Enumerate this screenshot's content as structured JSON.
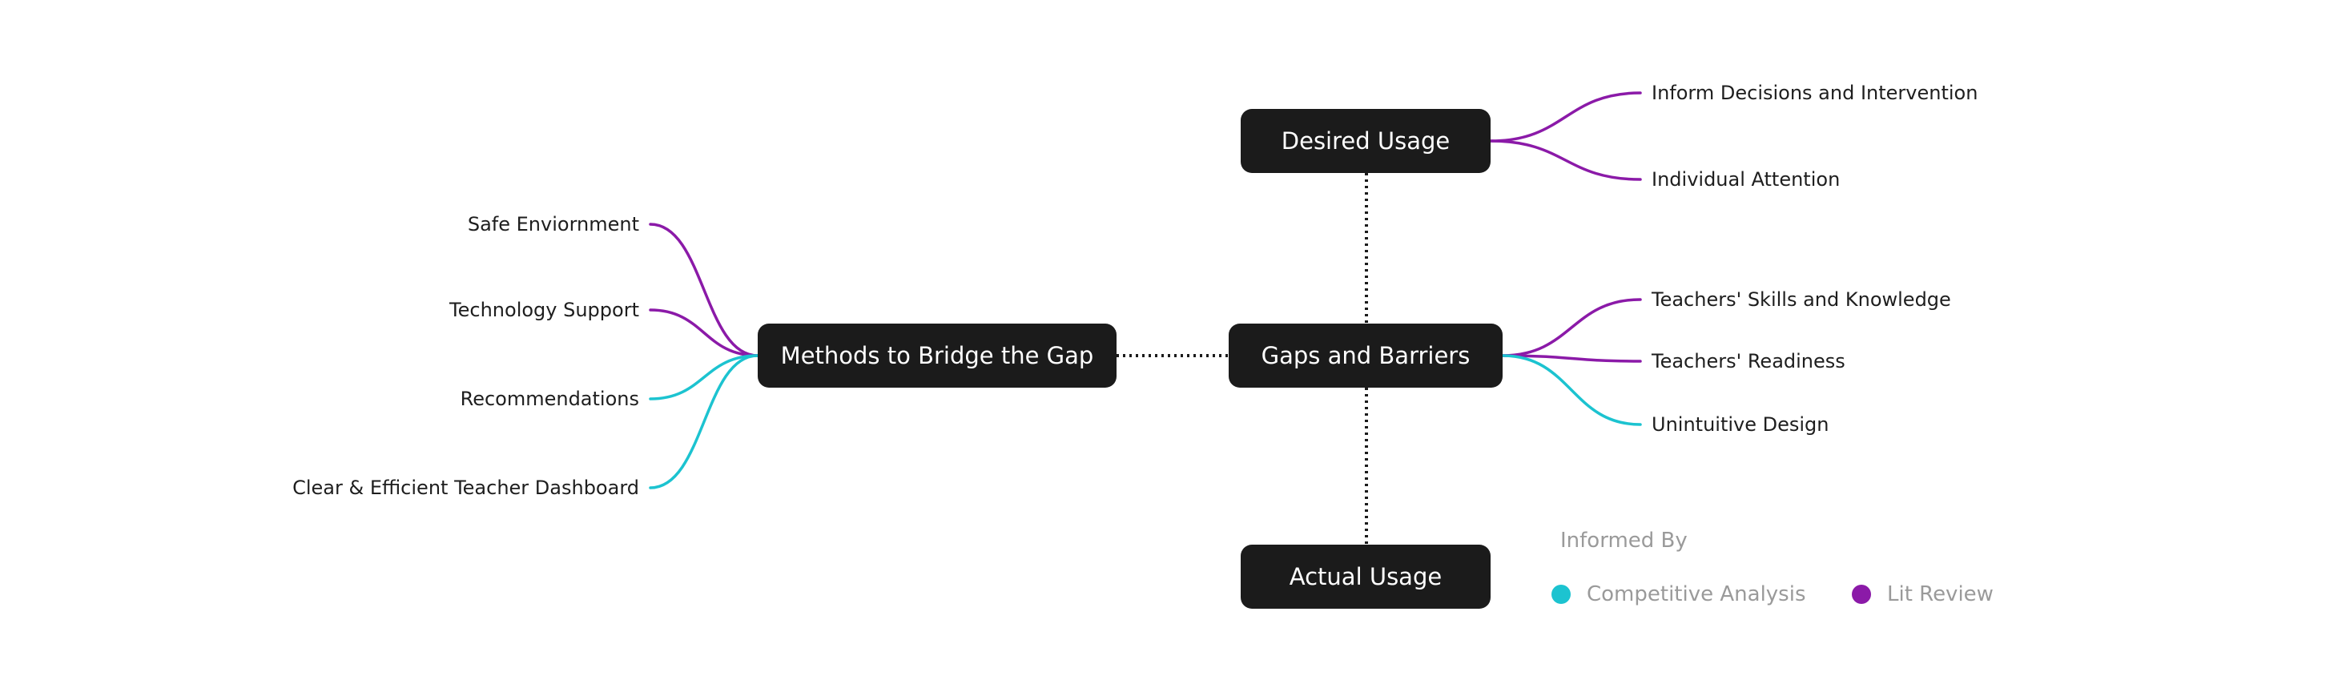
{
  "colors": {
    "competitive": "#1cc3d0",
    "lit": "#8b1aa8",
    "node_bg": "#1b1b1b",
    "connector": "#1b1b1b"
  },
  "nodes": {
    "desired": "Desired Usage",
    "gaps": "Gaps and Barriers",
    "actual": "Actual Usage",
    "methods": "Methods to Bridge the Gap"
  },
  "desired_branches": [
    {
      "label": "Inform Decisions and Intervention",
      "source": "lit"
    },
    {
      "label": "Individual Attention",
      "source": "lit"
    }
  ],
  "gaps_branches": [
    {
      "label": "Teachers' Skills and Knowledge",
      "source": "lit"
    },
    {
      "label": "Teachers' Readiness",
      "source": "lit"
    },
    {
      "label": "Unintuitive Design",
      "source": "competitive"
    }
  ],
  "methods_branches": [
    {
      "label": "Safe Enviornment",
      "source": "lit"
    },
    {
      "label": "Technology Support",
      "source": "lit"
    },
    {
      "label": "Recommendations",
      "source": "competitive"
    },
    {
      "label": "Clear & Efficient Teacher Dashboard",
      "source": "competitive"
    }
  ],
  "legend": {
    "title": "Informed By",
    "competitive_label": "Competitive Analysis",
    "lit_label": "Lit Review"
  }
}
